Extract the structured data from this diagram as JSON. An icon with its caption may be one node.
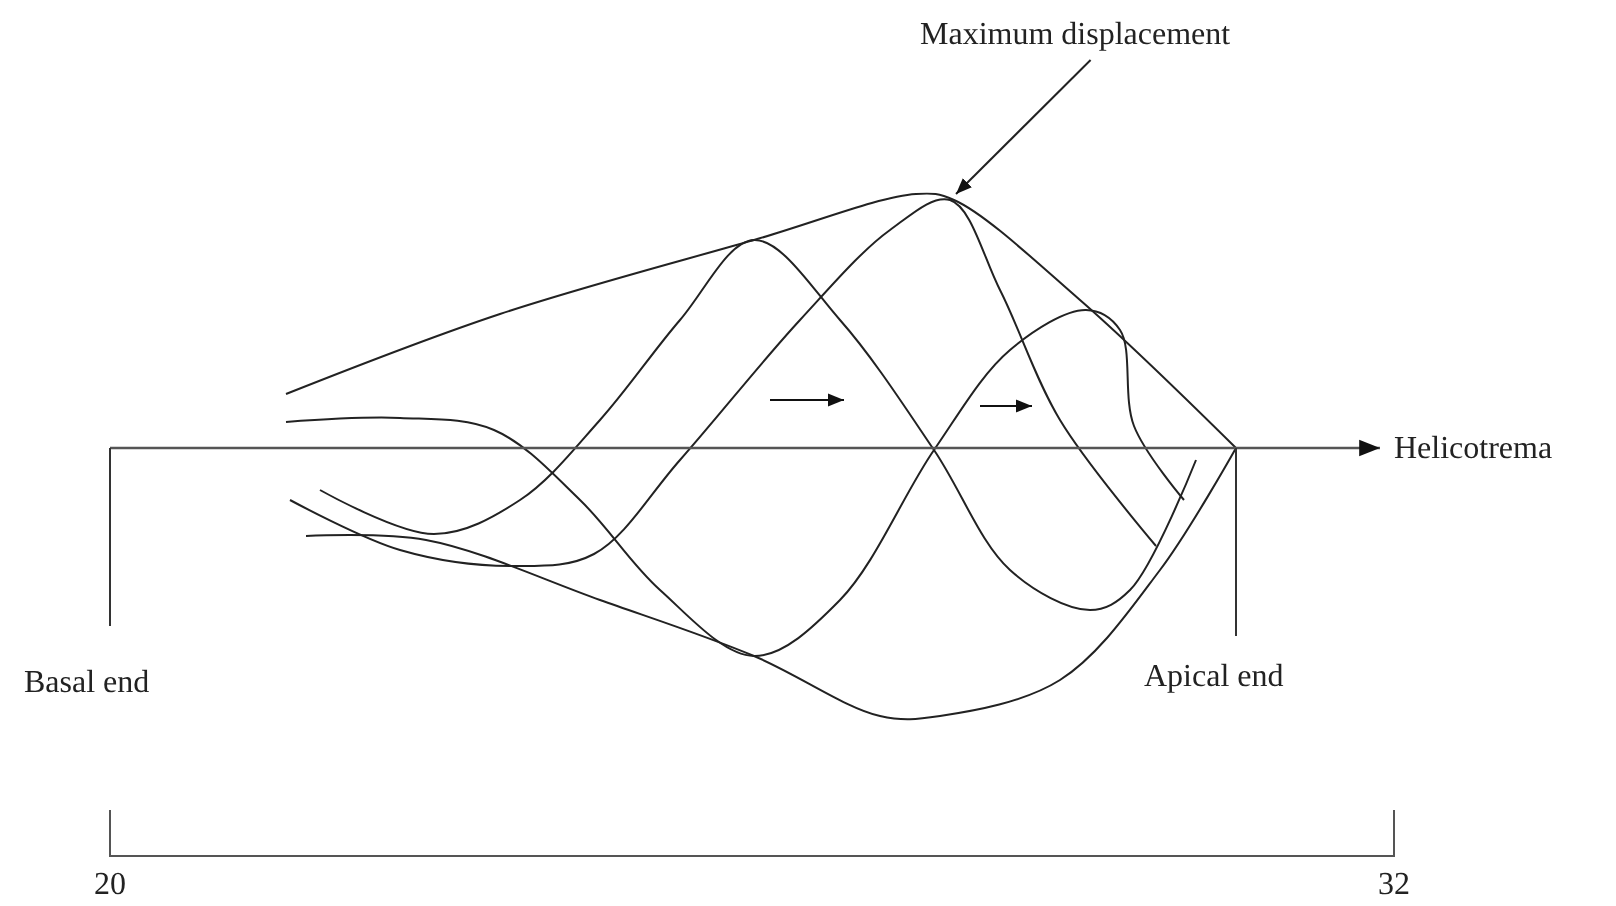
{
  "diagram": {
    "nodes": [
      {
        "text": [
          "Maximum displacement"
        ]
      },
      {
        "text": [],
        "shape": "picture"
      }
    ],
    "edges": [
      {
        "from": 0,
        "to": 1,
        "arrow": "to"
      }
    ],
    "labels": [
      "Helicotrema",
      "Basal end",
      "Apical end",
      "20",
      "32"
    ]
  }
}
